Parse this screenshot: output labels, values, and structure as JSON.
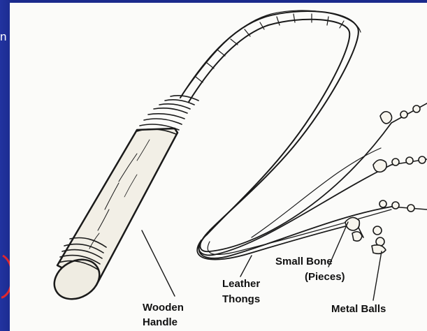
{
  "slide": {
    "cut_text": "n",
    "colors": {
      "background": "#1a2a8c",
      "panel": "#fbfbf9",
      "ink": "#1a1a1a",
      "annotation": "#e0262e"
    }
  },
  "labels": {
    "wooden": "Wooden",
    "handle": "Handle",
    "leather": "Leather",
    "thongs": "Thongs",
    "small_bone": "Small Bone",
    "pieces": "(Pieces)",
    "metal_balls": "Metal Balls"
  }
}
